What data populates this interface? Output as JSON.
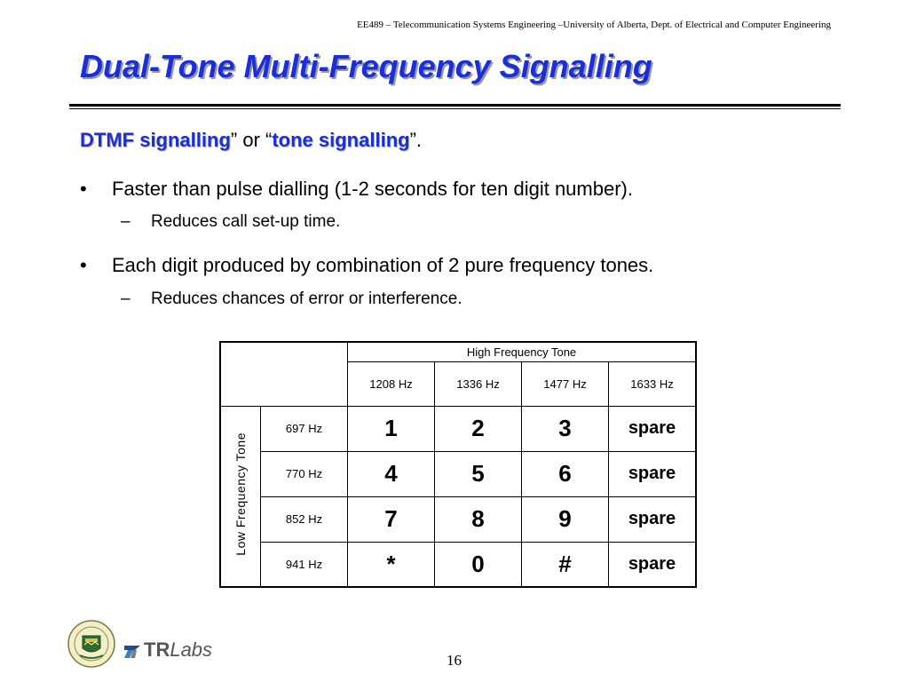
{
  "header": {
    "course": "EE489 – Telecommunication Systems Engineering –University of Alberta, Dept. of Electrical and Computer Engineering",
    "title": "Dual-Tone Multi-Frequency Signalling"
  },
  "intro": {
    "term1": "DTMF signalling",
    "quote_close1": "”",
    "or_text": " or “",
    "term2": "tone signalling",
    "end": "”."
  },
  "bullets": [
    {
      "text": "Faster than pulse dialling (1-2 seconds for ten digit number).",
      "sub": "Reduces call set-up time."
    },
    {
      "text": "Each digit produced by combination of 2 pure frequency tones.",
      "sub": "Reduces chances of error or interference."
    }
  ],
  "bullet_symbol": "•",
  "sub_symbol": "–",
  "table": {
    "high_label": "High Frequency Tone",
    "low_label": "Low Frequency Tone",
    "high_freqs": [
      "1208 Hz",
      "1336 Hz",
      "1477 Hz",
      "1633 Hz"
    ],
    "rows": [
      {
        "low": "697 Hz",
        "cells": [
          "1",
          "2",
          "3",
          "spare"
        ]
      },
      {
        "low": "770 Hz",
        "cells": [
          "4",
          "5",
          "6",
          "spare"
        ]
      },
      {
        "low": "852 Hz",
        "cells": [
          "7",
          "8",
          "9",
          "spare"
        ]
      },
      {
        "low": "941 Hz",
        "cells": [
          "*",
          "0",
          "#",
          "spare"
        ]
      }
    ]
  },
  "footer": {
    "tr": "TR",
    "labs": "Labs",
    "page": "16"
  },
  "colors": {
    "accent": "#1a2fd6"
  }
}
